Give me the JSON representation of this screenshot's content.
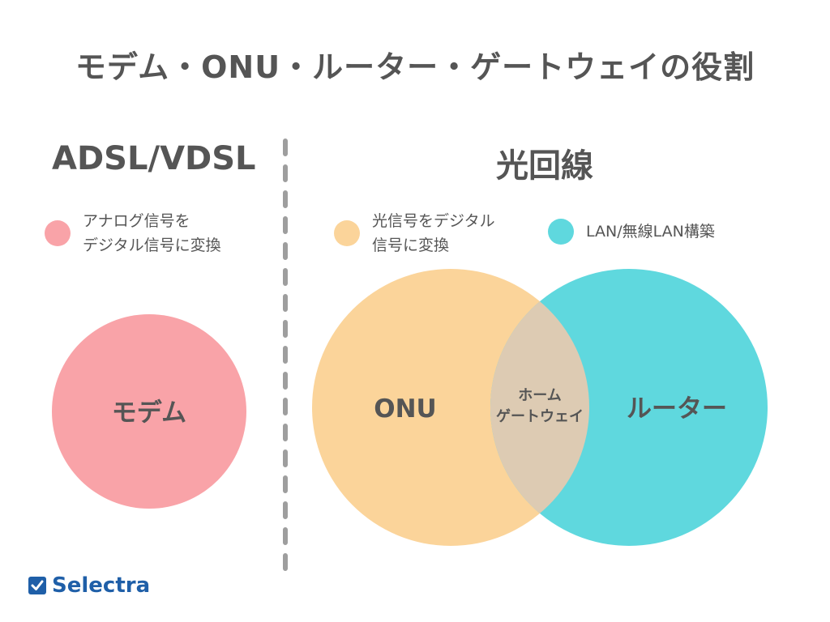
{
  "title": "モデム・ONU・ルーター・ゲートウェイの役割",
  "left": {
    "heading": "ADSL/VDSL",
    "legend": {
      "line1": "アナログ信号を",
      "line2": "デジタル信号に変換",
      "color": "#f9a3a8"
    },
    "circle_label": "モデム"
  },
  "right": {
    "heading": "光回線",
    "legend_onu": {
      "line1": "光信号をデジタル",
      "line2": "信号に変換",
      "color": "#fbd49a"
    },
    "legend_router": {
      "text": "LAN/無線LAN構築",
      "color": "#5fd8de"
    },
    "onu_label": "ONU",
    "router_label": "ルーター",
    "overlap_line1": "ホーム",
    "overlap_line2": "ゲートウェイ",
    "overlap_color": "#ddcbb3"
  },
  "logo": {
    "text": "Selectra",
    "color": "#1f5fa8"
  }
}
